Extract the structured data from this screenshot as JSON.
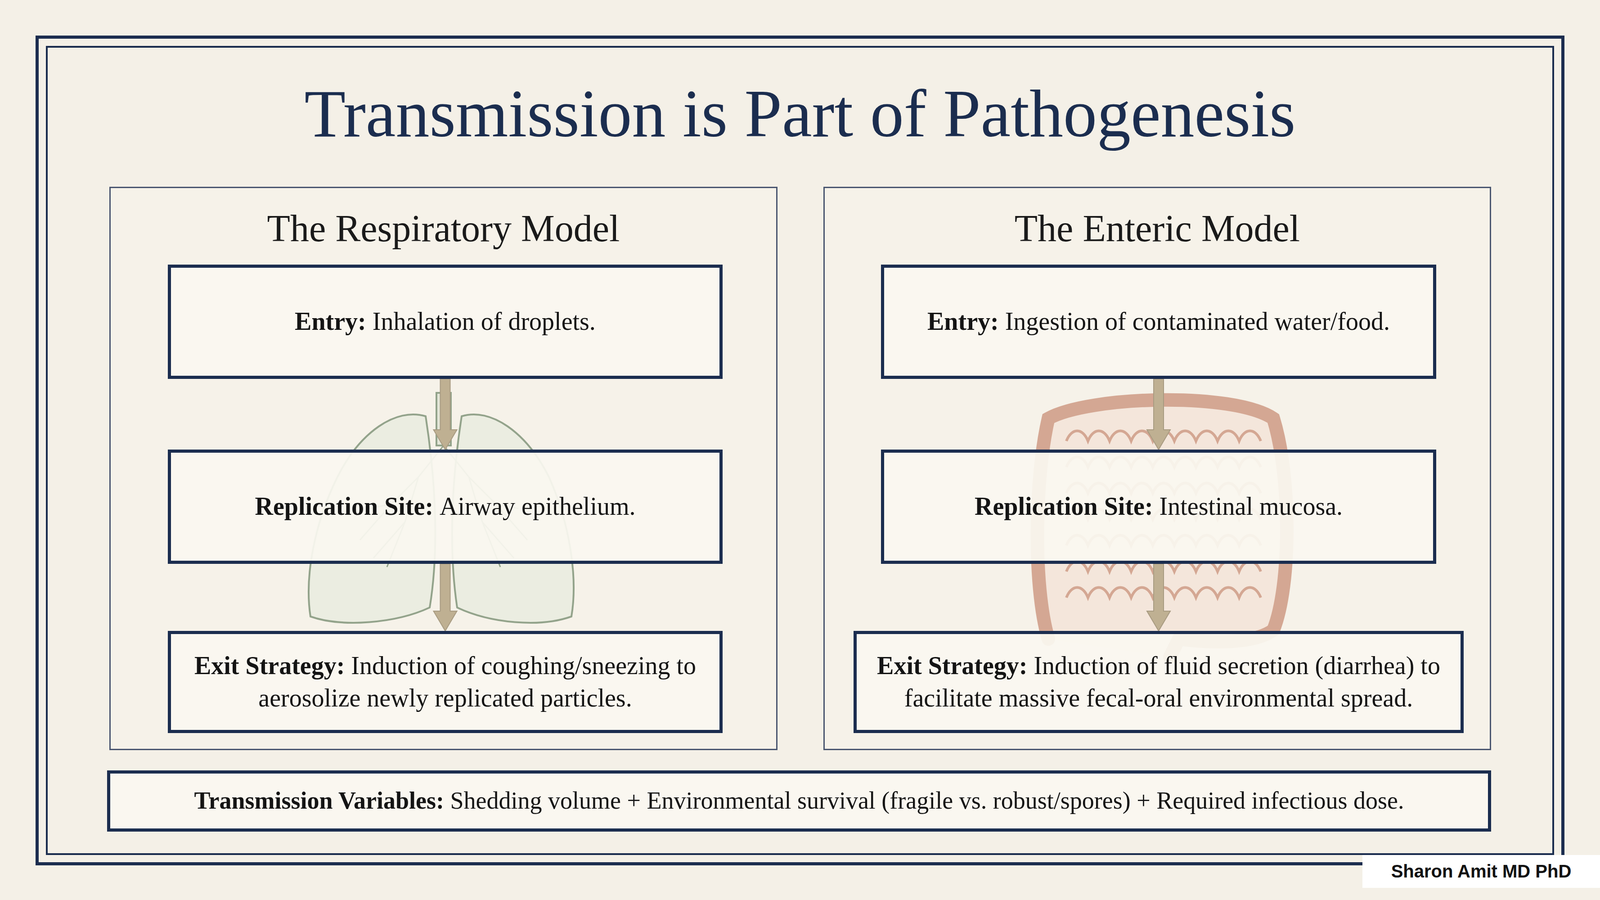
{
  "diagram": {
    "title": "Transmission is Part of Pathogenesis",
    "nodes": [
      {
        "text": [
          "The Respiratory Model"
        ]
      },
      {
        "text": [
          "Entry:",
          "Inhalation of droplets."
        ],
        "in": 0
      },
      {
        "text": [
          "Replication Site:",
          "Airway epithelium."
        ],
        "in": 0
      },
      {
        "text": [
          "Exit Strategy:",
          "Induction of coughing/sneezing to aerosolize newly replicated particles."
        ],
        "in": 0
      },
      {
        "text": [
          "The Enteric Model"
        ]
      },
      {
        "text": [
          "Entry:",
          "Ingestion of contaminated water/food."
        ],
        "in": 4
      },
      {
        "text": [
          "Replication Site:",
          "Intestinal mucosa."
        ],
        "in": 4
      },
      {
        "text": [
          "Exit Strategy:",
          "Induction of fluid secretion (diarrhea) to facilitate massive fecal-oral environmental spread."
        ],
        "in": 4
      },
      {
        "text": [
          "Transmission Variables:",
          "Shedding volume + Environmental survival (fragile vs. robust/spores) + Required infectious dose."
        ]
      }
    ],
    "edges": [
      {
        "from": 1,
        "to": 2,
        "arrow": "to"
      },
      {
        "from": 2,
        "to": 3,
        "arrow": "to"
      },
      {
        "from": 5,
        "to": 6,
        "arrow": "to"
      },
      {
        "from": 6,
        "to": 7,
        "arrow": "to"
      }
    ],
    "labels": [
      "Sharon Amit MD PhD"
    ]
  }
}
